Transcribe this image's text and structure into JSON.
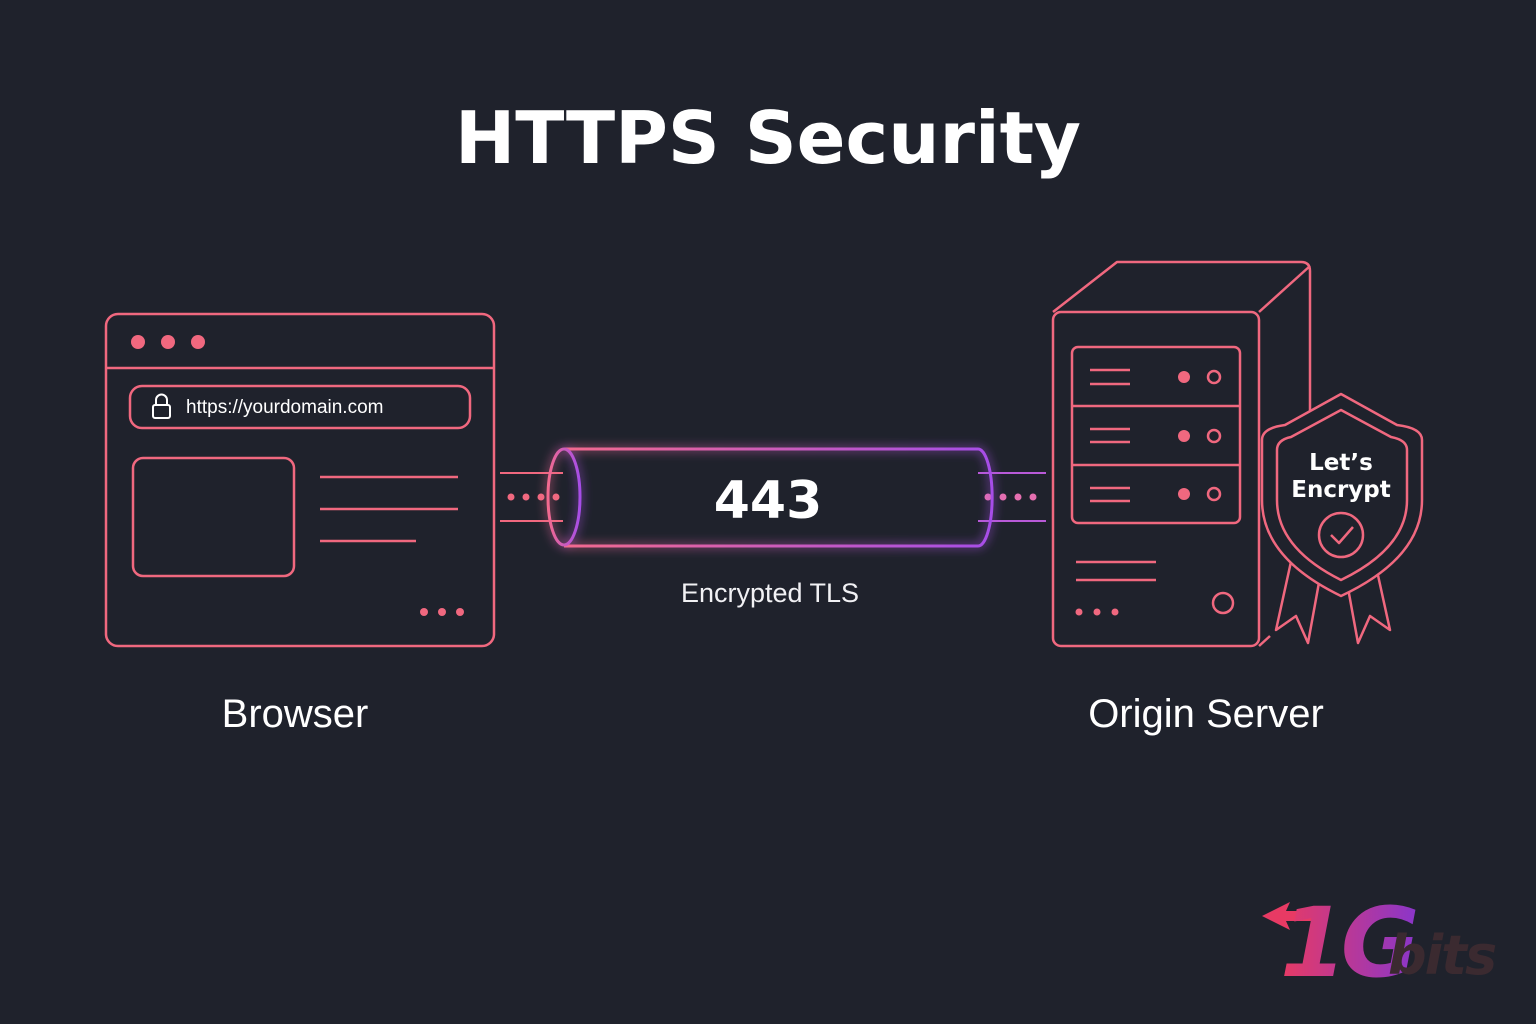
{
  "title": "HTTPS Security",
  "browser": {
    "url": "https://yourdomain.com",
    "label": "Browser"
  },
  "tunnel": {
    "port": "443",
    "caption": "Encrypted TLS"
  },
  "server": {
    "label": "Origin Server",
    "badge_line1": "Let’s",
    "badge_line2": "Encrypt"
  },
  "brand": {
    "number": "1G",
    "suffix": "bits"
  },
  "colors": {
    "background": "#1f222c",
    "accent": "#f0687f",
    "tunnel_start": "#f36a8e",
    "tunnel_end": "#a64ee8",
    "text": "#ffffff"
  },
  "icons": [
    "lock-icon",
    "check-circle-icon",
    "shield-badge-icon",
    "server-icon",
    "browser-window-icon"
  ]
}
